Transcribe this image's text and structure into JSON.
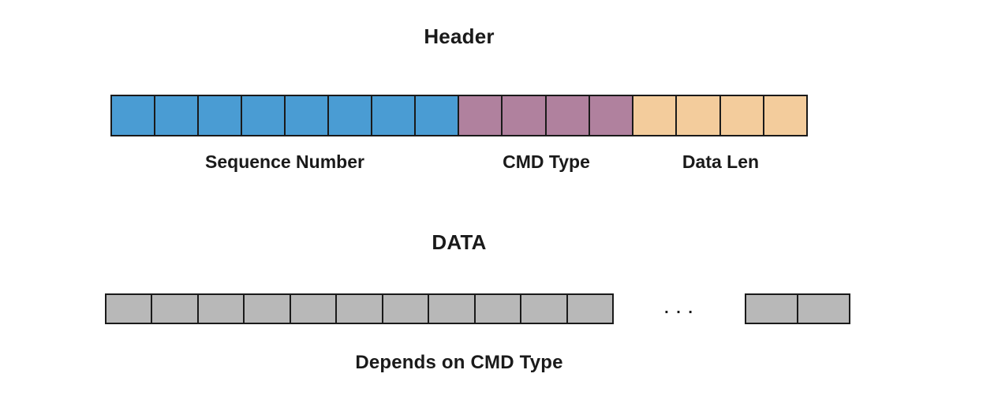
{
  "diagram": {
    "border_color": "#1A1A1A",
    "header_section": {
      "title": "Header",
      "segments": [
        {
          "name": "sequence-number",
          "label": "Sequence Number",
          "cells": 8,
          "color": "#4A9CD3"
        },
        {
          "name": "cmd-type",
          "label": "CMD Type",
          "cells": 4,
          "color": "#B0819E"
        },
        {
          "name": "data-len",
          "label": "Data Len",
          "cells": 4,
          "color": "#F3CC9C"
        }
      ]
    },
    "data_section": {
      "title": "DATA",
      "caption": "Depends on CMD Type",
      "ellipsis": ". . .",
      "cell_color": "#B8B8B8",
      "main_cells": 11,
      "tail_cells": 2
    }
  }
}
